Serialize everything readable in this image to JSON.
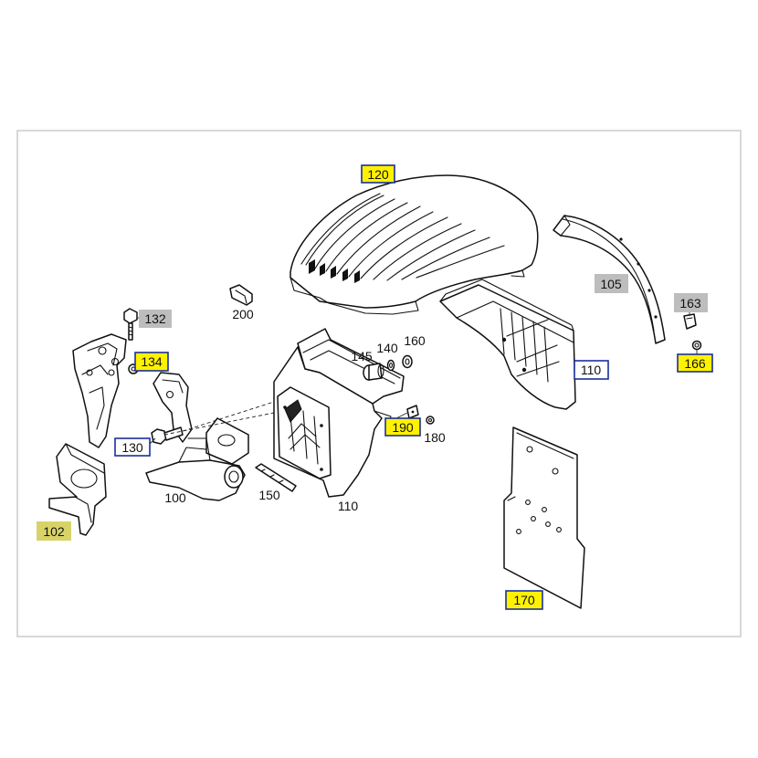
{
  "diagram": {
    "callouts": [
      {
        "id": "120",
        "text": "120",
        "style": "yellow-boxed"
      },
      {
        "id": "105",
        "text": "105",
        "style": "gray"
      },
      {
        "id": "163",
        "text": "163",
        "style": "gray"
      },
      {
        "id": "166",
        "text": "166",
        "style": "yellow-boxed"
      },
      {
        "id": "110b",
        "text": "110",
        "style": "blue-outline"
      },
      {
        "id": "200",
        "text": "200",
        "style": "plain"
      },
      {
        "id": "132",
        "text": "132",
        "style": "gray"
      },
      {
        "id": "134",
        "text": "134",
        "style": "yellow-boxed"
      },
      {
        "id": "145",
        "text": "145",
        "style": "plain"
      },
      {
        "id": "140",
        "text": "140",
        "style": "plain"
      },
      {
        "id": "160",
        "text": "160",
        "style": "plain"
      },
      {
        "id": "190",
        "text": "190",
        "style": "yellow-boxed"
      },
      {
        "id": "180",
        "text": "180",
        "style": "plain"
      },
      {
        "id": "130",
        "text": "130",
        "style": "blue-outline"
      },
      {
        "id": "100",
        "text": "100",
        "style": "plain"
      },
      {
        "id": "150",
        "text": "150",
        "style": "plain"
      },
      {
        "id": "110a",
        "text": "110",
        "style": "plain"
      },
      {
        "id": "102",
        "text": "102",
        "style": "yellow"
      },
      {
        "id": "170",
        "text": "170",
        "style": "yellow-boxed"
      }
    ]
  }
}
